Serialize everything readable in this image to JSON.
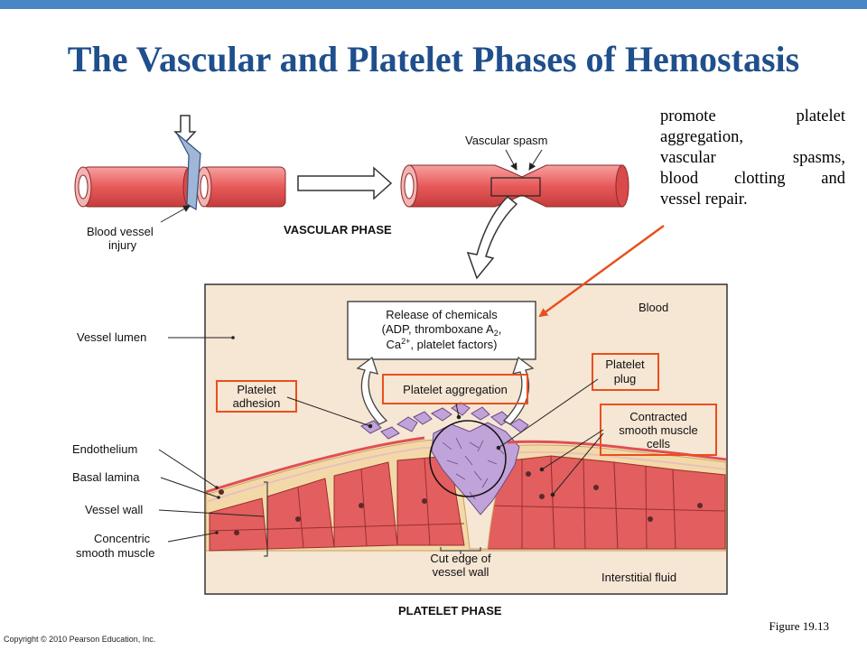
{
  "title": "The Vascular and Platelet Phases of Hemostasis",
  "note": {
    "lines": [
      "promote platelet",
      "aggregation,",
      "vascular spasms,",
      "blood clotting and",
      "vessel repair."
    ]
  },
  "vascular_phase": {
    "injury_label_line1": "Blood vessel",
    "injury_label_line2": "injury",
    "spasm_label": "Vascular spasm",
    "phase_label": "VASCULAR PHASE"
  },
  "platelet_phase": {
    "release_line1": "Release of chemicals",
    "release_line2": "(ADP, thromboxane A",
    "release_sub2": "2",
    "release_line2_end": ",",
    "release_line3_pre": "Ca",
    "release_sup3": "2+",
    "release_line3_post": ", platelet factors)",
    "blood": "Blood",
    "vessel_lumen": "Vessel lumen",
    "platelet_adhesion_line1": "Platelet",
    "platelet_adhesion_line2": "adhesion",
    "platelet_aggregation": "Platelet aggregation",
    "platelet_plug_line1": "Platelet",
    "platelet_plug_line2": "plug",
    "contracted_line1": "Contracted",
    "contracted_line2": "smooth muscle",
    "contracted_line3": "cells",
    "endothelium": "Endothelium",
    "basal_lamina": "Basal lamina",
    "vessel_wall": "Vessel wall",
    "concentric_line1": "Concentric",
    "concentric_line2": "smooth muscle",
    "cut_edge_line1": "Cut edge of",
    "cut_edge_line2": "vessel wall",
    "interstitial_fluid": "Interstitial fluid",
    "phase_label": "PLATELET PHASE"
  },
  "figure_label": "Figure 19.13",
  "copyright": "Copyright © 2010 Pearson Education, Inc.",
  "colors": {
    "title": "#1f4f8c",
    "topbar": "#4a86c5",
    "highlight_box": "#e8501e",
    "vessel": "#e85a5a",
    "panel_bg": "#f6e6d4",
    "platelet": "#b89ad0"
  }
}
